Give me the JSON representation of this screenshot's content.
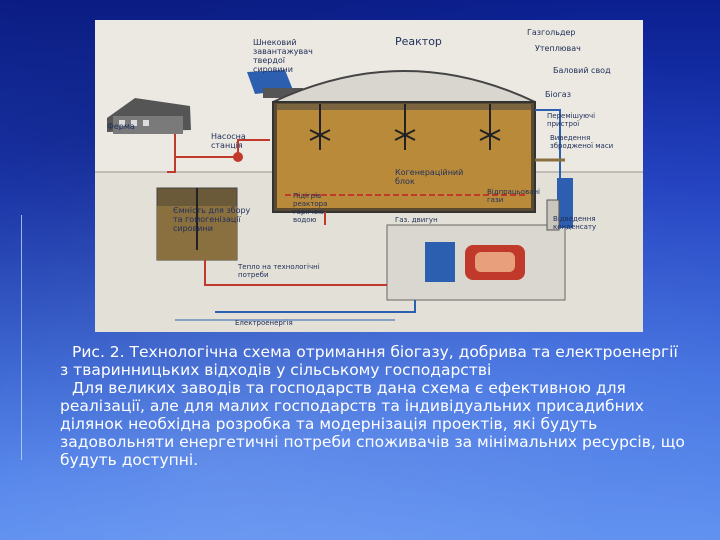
{
  "figure": {
    "labels": {
      "feeder": "Шнековий завантажувач твердої сировини",
      "reactor": "Реактор",
      "gasholder": "Газгольдер",
      "insulation": "Утеплювач",
      "vault": "Баловий свод",
      "farm": "Ферма",
      "pump": "Насосна станція",
      "biogas": "Біогаз",
      "mixers": "Перемішуючі пристрої",
      "digestate_out": "Виведення збродженої маси",
      "cogen": "Когенераційний блок",
      "tank": "Ємність для збору та гомогенізації сировини",
      "heating": "Підігрів реактора гарячою водою",
      "used_gas": "Відпрацьовані гази",
      "condensate": "Відведення конденсату",
      "heat_pipe": "Тепло на технологічні потреби",
      "electricity": "Електроенергія",
      "gas_engine": "Газ. двигун"
    }
  },
  "caption": {
    "paragraph1": "Рис. 2. Технологічна схема отримання біогазу, добрива та електроенергії з тваринницьких відходів у сільському господарстві",
    "paragraph2": "Для великих заводів та господарств дана схема є ефективною для реалізації, але для малих господарств та індивідуальних присадибних ділянок необхідна розробка та модернізація проектів, які будуть  задовольняти енергетичні потреби споживачів за мінімальних ресурсів, що будуть доступні."
  },
  "colors": {
    "slide_top": "#0b1f8f",
    "slide_bottom": "#5c8ef0",
    "figure_bg": "#ebe9e2",
    "reactor_liquid": "#b98a3a",
    "pipe_red": "#c0392b",
    "pipe_blue": "#2c5fb0",
    "text": "#ffffff"
  }
}
